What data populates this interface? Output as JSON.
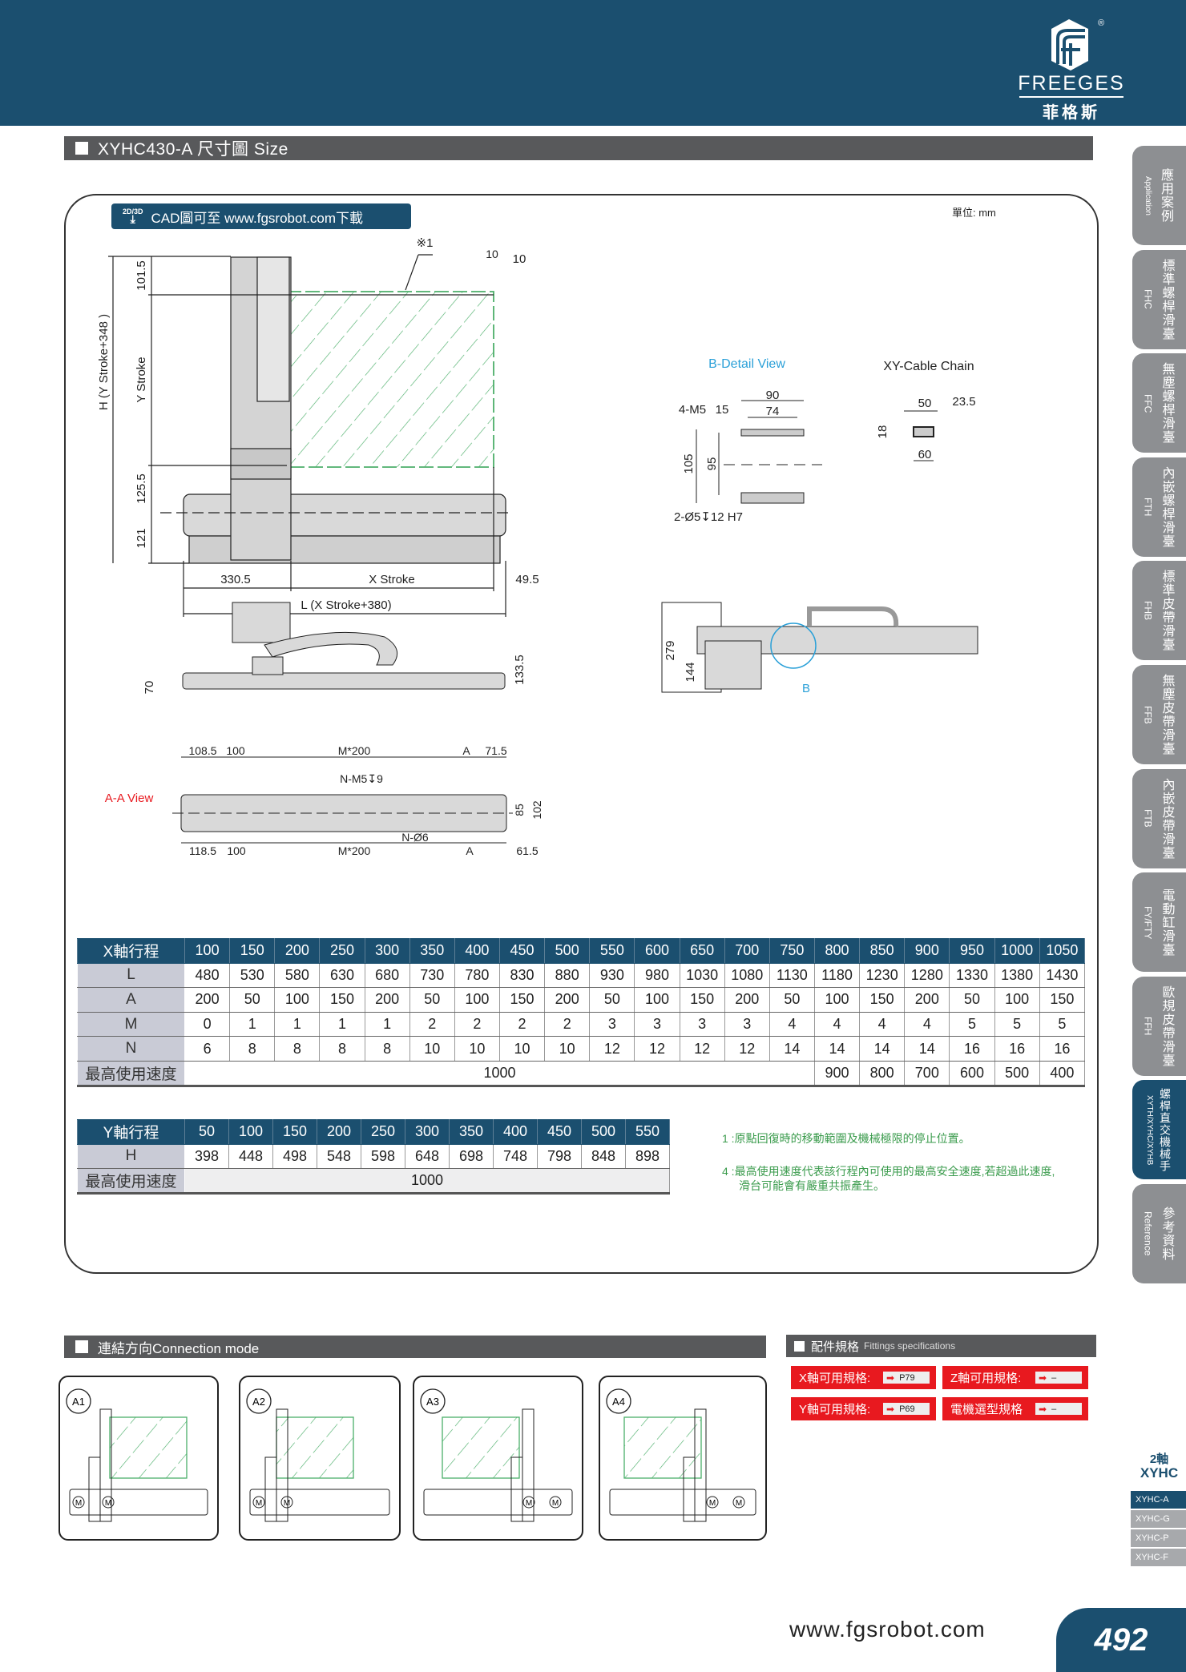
{
  "brand": {
    "name_en": "FREEGES",
    "name_zh": "菲格斯",
    "registered": "®"
  },
  "title": "XYHC430-A 尺寸圖 Size",
  "cad_badge": {
    "icon_text": "2D/3D",
    "text": "CAD圖可至 www.fgsrobot.com下載"
  },
  "unit": "單位: mm",
  "drawing": {
    "main": {
      "h_label": "H (Y Stroke+348 )",
      "d101": "101.5",
      "ystroke": "Y Stroke",
      "d125": "125.5",
      "d121": "121",
      "d330": "330.5",
      "xstroke": "X Stroke",
      "d49": "49.5",
      "l_label": "L (X Stroke+380)",
      "note1": "※1",
      "d10a": "10",
      "d10b": "10"
    },
    "bdetail": {
      "title": "B-Detail View",
      "d90": "90",
      "d74": "74",
      "m5": "4-M5",
      "d15": "15",
      "d105": "105",
      "d95": "95",
      "pin": "2-Ø5↧12 H7"
    },
    "cable": {
      "title": "XY-Cable Chain",
      "d50": "50",
      "d23": "23.5",
      "d18": "18",
      "d60": "60"
    },
    "side": {
      "d70": "70",
      "d133": "133.5"
    },
    "right": {
      "d279": "279",
      "d144": "144",
      "b": "B"
    },
    "aa": {
      "title": "A-A View",
      "t108": "108.5",
      "t100": "100",
      "tm": "M*200",
      "ta": "A",
      "t71": "71.5",
      "nm5": "N-M5↧9",
      "d85": "85",
      "d102": "102",
      "n6": "N-Ø6",
      "b118": "118.5",
      "b100": "100",
      "bm": "M*200",
      "ba": "A",
      "b61": "61.5"
    }
  },
  "x_table": {
    "header_label": "X軸行程",
    "strokes": [
      "100",
      "150",
      "200",
      "250",
      "300",
      "350",
      "400",
      "450",
      "500",
      "550",
      "600",
      "650",
      "700",
      "750",
      "800",
      "850",
      "900",
      "950",
      "1000",
      "1050"
    ],
    "rows": [
      {
        "label": "L",
        "values": [
          "480",
          "530",
          "580",
          "630",
          "680",
          "730",
          "780",
          "830",
          "880",
          "930",
          "980",
          "1030",
          "1080",
          "1130",
          "1180",
          "1230",
          "1280",
          "1330",
          "1380",
          "1430"
        ]
      },
      {
        "label": "A",
        "values": [
          "200",
          "50",
          "100",
          "150",
          "200",
          "50",
          "100",
          "150",
          "200",
          "50",
          "100",
          "150",
          "200",
          "50",
          "100",
          "150",
          "200",
          "50",
          "100",
          "150"
        ]
      },
      {
        "label": "M",
        "values": [
          "0",
          "1",
          "1",
          "1",
          "1",
          "2",
          "2",
          "2",
          "2",
          "3",
          "3",
          "3",
          "3",
          "4",
          "4",
          "4",
          "4",
          "5",
          "5",
          "5"
        ]
      },
      {
        "label": "N",
        "values": [
          "6",
          "8",
          "8",
          "8",
          "8",
          "10",
          "10",
          "10",
          "10",
          "12",
          "12",
          "12",
          "12",
          "14",
          "14",
          "14",
          "14",
          "16",
          "16",
          "16"
        ]
      }
    ],
    "speed": {
      "label": "最高使用速度",
      "merged": {
        "value": "1000",
        "span": 14
      },
      "values": [
        "900",
        "800",
        "700",
        "600",
        "500",
        "400"
      ]
    }
  },
  "y_table": {
    "header_label": "Y軸行程",
    "strokes": [
      "50",
      "100",
      "150",
      "200",
      "250",
      "300",
      "350",
      "400",
      "450",
      "500",
      "550"
    ],
    "rows": [
      {
        "label": "H",
        "values": [
          "398",
          "448",
          "498",
          "548",
          "598",
          "648",
          "698",
          "748",
          "798",
          "848",
          "898"
        ]
      }
    ],
    "speed": {
      "label": "最高使用速度",
      "merged": {
        "value": "1000",
        "span": 11
      },
      "values": []
    }
  },
  "notes": [
    "1 :原點回復時的移動範圍及機械極限的停止位置。",
    "4 :最高使用速度代表該行程內可使用的最高安全速度,若超過此速度,",
    "滑台可能會有嚴重共振產生。"
  ],
  "connection": {
    "title": "連結方向Connection mode",
    "modes": [
      "A1",
      "A2",
      "A3",
      "A4"
    ],
    "motor": "M"
  },
  "fittings": {
    "title": "配件規格",
    "title_en": "Fittings specifications",
    "items": [
      {
        "label": "X軸可用規格:",
        "page": "P79"
      },
      {
        "label": "Z軸可用規格:",
        "page": "–"
      },
      {
        "label": "Y軸可用規格:",
        "page": "P69"
      },
      {
        "label": "電機選型規格",
        "page": "–"
      }
    ]
  },
  "side_tabs": [
    {
      "zh": "應用案例",
      "en": "Application"
    },
    {
      "zh": "標準螺桿滑臺",
      "en": "FHC"
    },
    {
      "zh": "無塵螺桿滑臺",
      "en": "FFC"
    },
    {
      "zh": "內嵌螺桿滑臺",
      "en": "FTH"
    },
    {
      "zh": "標準皮帶滑臺",
      "en": "FHB"
    },
    {
      "zh": "無塵皮帶滑臺",
      "en": "FFB"
    },
    {
      "zh": "內嵌皮帶滑臺",
      "en": "FTB"
    },
    {
      "zh": "電動缸滑臺",
      "en": "FY/FTY"
    },
    {
      "zh": "歐規皮帶滑臺",
      "en": "FFH"
    },
    {
      "zh": "螺桿直交機械手",
      "en": "XYTH/XYHC/XYHB",
      "active": true
    },
    {
      "zh": "參考資料",
      "en": "Reference"
    }
  ],
  "series": {
    "axis": "2軸",
    "name": "XYHC",
    "items": [
      "XYHC-A",
      "XYHC-G",
      "XYHC-P",
      "XYHC-F"
    ],
    "active": "XYHC-A"
  },
  "footer": {
    "url": "www.fgsrobot.com",
    "page": "492"
  },
  "colors": {
    "brand": "#1b4f6f",
    "section": "#58595b",
    "accent_red": "#e8191f",
    "green": "#3a9b4c",
    "detail_blue": "#2aa0d8"
  }
}
